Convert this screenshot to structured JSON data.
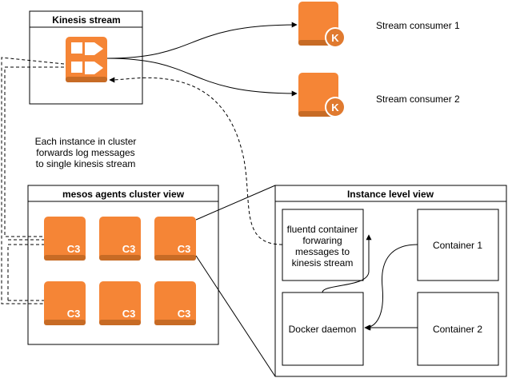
{
  "kinesis_box": {
    "title": "Kinesis stream"
  },
  "consumers": [
    {
      "label": "Stream consumer 1",
      "badge": "K"
    },
    {
      "label": "Stream consumer 2",
      "badge": "K"
    }
  ],
  "annotation": {
    "lines": [
      "Each instance in cluster",
      "forwards log messages",
      "to single kinesis stream"
    ]
  },
  "cluster_box": {
    "title": "mesos agents cluster view",
    "instance_label": "C3",
    "instance_count": 6
  },
  "instance_box": {
    "title": "Instance level view",
    "fluentd_lines": [
      "fluentd container",
      "forwaring",
      "messages to",
      "kinesis stream"
    ],
    "docker_label": "Docker daemon",
    "container1_label": "Container 1",
    "container2_label": "Container 2"
  },
  "colors": {
    "aws_orange": "#f58536",
    "aws_orange_dark": "#c76b25",
    "badge_fill": "#e07a2f",
    "line": "#000000"
  }
}
